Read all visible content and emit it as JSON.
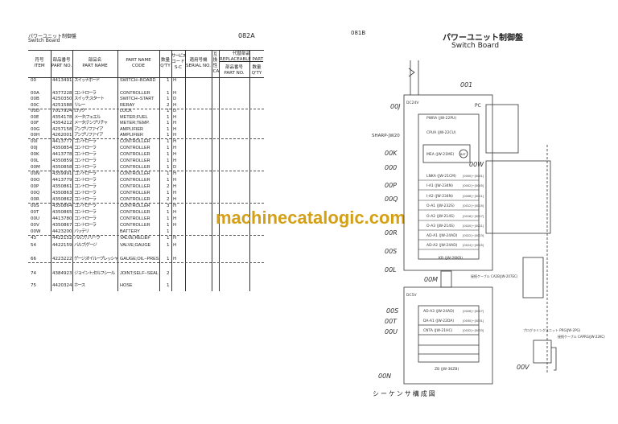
{
  "left_page": {
    "title_jp": "パワーユニット制御盤",
    "title_en": "Switch Board",
    "page_code": "082A",
    "headers": {
      "item_jp": "符号",
      "item": "ITEM",
      "partno_jp": "部品番号",
      "partno": "PART NO.",
      "name_jp": "部品名",
      "name": "PART NAME",
      "code_h1": "PART NAME",
      "code_h2": "CODE",
      "qty_jp": "数量",
      "qty": "Q'TY",
      "svc_jp": "サービス",
      "svc2": "コード",
      "svc3": "S-C",
      "serial_jp": "適用号機",
      "serial": "SERIAL NO.",
      "ica_jp": "互換性",
      "ica": "ICA",
      "rep_jp": "代替部品",
      "rep": "REPLACEABLE PART",
      "rep_no_jp": "部品番号",
      "rep_no": "PART NO.",
      "rep_qty_jp": "数量",
      "rep_qty": "Q'TY"
    },
    "rows": [
      {
        "item": "00",
        "part_no": "4413491",
        "name": "スイッチボード",
        "code": "SWITCH−BOARD",
        "qty": "1",
        "sc": "H"
      },
      {
        "item": "00A",
        "part_no": "4377228",
        "name": "コントローラ",
        "code": "CONTROLLER",
        "qty": "1",
        "sc": "H"
      },
      {
        "item": "00B",
        "part_no": "4250350",
        "name": "スイッチ;スタート",
        "code": "SWITCH−START",
        "qty": "1",
        "sc": "D"
      },
      {
        "item": "00C",
        "part_no": "4251588",
        "name": "リレー",
        "code": "RERAY",
        "qty": "2",
        "sc": "H",
        "struck": true
      },
      {
        "item": "00D",
        "part_no": "7017924",
        "name": "ロック",
        "code": "LOCK",
        "qty": "1",
        "sc": "D"
      },
      {
        "item": "00E",
        "part_no": "4354178",
        "name": "メータ;フェエル",
        "code": "METER;FUEL",
        "qty": "1",
        "sc": "H"
      },
      {
        "item": "00F",
        "part_no": "4354212",
        "name": "メータ;テンプリチャ",
        "code": "METER;TEMP.",
        "qty": "1",
        "sc": "H"
      },
      {
        "item": "00G",
        "part_no": "4257158",
        "name": "アンプリファイア",
        "code": "AMPLIFIER",
        "qty": "1",
        "sc": "H"
      },
      {
        "item": "00H",
        "part_no": "4262001",
        "name": "アンプリファイア",
        "code": "AMPLIFIER",
        "qty": "1",
        "sc": "H",
        "struck": true
      },
      {
        "item": "00I",
        "part_no": "4413777",
        "name": "コントローラ",
        "code": "CONTROLLER",
        "qty": "1",
        "sc": "H"
      },
      {
        "item": "00J",
        "part_no": "4350854",
        "name": "コントローラ",
        "code": "CONTROLLER",
        "qty": "1",
        "sc": "H"
      },
      {
        "item": "00K",
        "part_no": "4413778",
        "name": "コントローラ",
        "code": "CONTROLLER",
        "qty": "1",
        "sc": "H"
      },
      {
        "item": "00L",
        "part_no": "4350859",
        "name": "コントローラ",
        "code": "CONTROLLER",
        "qty": "1",
        "sc": "H"
      },
      {
        "item": "00M",
        "part_no": "4350858",
        "name": "コントローラ",
        "code": "CONTROLLER",
        "qty": "1",
        "sc": "D",
        "struck": true
      },
      {
        "item": "00N",
        "part_no": "4359991",
        "name": "コントローラ",
        "code": "CONTROLLER",
        "qty": "1",
        "sc": "H"
      },
      {
        "item": "00O",
        "part_no": "4413779",
        "name": "コントローラ",
        "code": "CONTROLLER",
        "qty": "1",
        "sc": "H"
      },
      {
        "item": "00P",
        "part_no": "4350861",
        "name": "コントローラ",
        "code": "CONTROLLER",
        "qty": "2",
        "sc": "H"
      },
      {
        "item": "00Q",
        "part_no": "4350863",
        "name": "コントローラ",
        "code": "CONTROLLER",
        "qty": "1",
        "sc": "H"
      },
      {
        "item": "00R",
        "part_no": "4350862",
        "name": "コントローラ",
        "code": "CONTROLLER",
        "qty": "2",
        "sc": "H",
        "struck": true
      },
      {
        "item": "00S",
        "part_no": "4350864",
        "name": "コントローラ",
        "code": "CONTROLLER",
        "qty": "3",
        "sc": "H"
      },
      {
        "item": "00T",
        "part_no": "4350865",
        "name": "コントローラ",
        "code": "CONTROLLER",
        "qty": "1",
        "sc": "H"
      },
      {
        "item": "00U",
        "part_no": "4413780",
        "name": "コントローラ",
        "code": "CONTROLLER",
        "qty": "1",
        "sc": "H"
      },
      {
        "item": "00V",
        "part_no": "4350867",
        "name": "コントローラ",
        "code": "CONTROLLER",
        "qty": "1",
        "sc": "H"
      },
      {
        "item": "00W",
        "part_no": "4423200",
        "name": "バッテリ",
        "code": "BATTERY",
        "qty": "1",
        "sc": "",
        "struck": true
      },
      {
        "item": "43",
        "part_no": "4422152",
        "name": "バルブ;リリーフ",
        "code": "VALVE;RELIEF",
        "qty": "1",
        "sc": "H"
      },
      {
        "item": "54",
        "part_no": "4422159",
        "name": "バルブ;ゲージ",
        "code": "VALVE;GAUGE",
        "qty": "1",
        "sc": "H"
      },
      {
        "item": "66",
        "part_no": "4223222",
        "name": "ゲージ;オイループレッシャ",
        "code": "GAUGE;OIL−PRES.",
        "qty": "1",
        "sc": "H",
        "struck": true
      },
      {
        "item": "74",
        "part_no": "4384923",
        "name": "ジョイント;セルフシール",
        "code": "JOINT;SELF−SEAL",
        "qty": "2",
        "sc": ""
      },
      {
        "item": "75",
        "part_no": "4420324",
        "name": "ホース",
        "code": "HOSE",
        "qty": "1",
        "sc": ""
      }
    ]
  },
  "right_page": {
    "page_code": "081B",
    "title_jp": "パワーユニット制御盤",
    "title_en": "Switch Board",
    "caption": "シーケンサ構成図",
    "labels": {
      "pc": "PC",
      "dc24v": "DC24V",
      "sharp": "SHARP-JW20",
      "kb": "KB (JW-26KB)",
      "dc5v": "DC5V",
      "zb": "ZB (JW-36ZB)",
      "cable": "接続ケーブル CA2B(JW-207EC)",
      "prog": "プログラミングユニット PRG(JW-2PG)",
      "prog_cable": "接続ケーブル CAPRG(JW-22KC)"
    },
    "modules_top": [
      {
        "label": "PWRA (JW-22PU)",
        "addr": ""
      },
      {
        "label": "CPUA (JW-22CU)",
        "addr": ""
      },
      {
        "label": "LNKA (JW-21CM)",
        "addr": "[0000]−[0001]"
      },
      {
        "label": "I-A1 (JW-234N)",
        "addr": "[0002]−[0005]"
      },
      {
        "label": "I-A2 (JW-234N)",
        "addr": "[0006]−[0011]"
      },
      {
        "label": "O-A1 (JW-232S)",
        "addr": "[0012]−[0015]"
      },
      {
        "label": "O-A2 (JW-214S)",
        "addr": "[0016]−[0017]"
      },
      {
        "label": "O-A3 (JW-214S)",
        "addr": "[0020]−[0021]"
      },
      {
        "label": "AD-A1 (JW-24AD)",
        "addr": "[0022]−[0023]"
      },
      {
        "label": "AD-A2 (JW-24AD)",
        "addr": "[0024]−[0025]"
      }
    ],
    "mea": "MEA (JW-21ME)",
    "bat": "BAT",
    "modules_bottom": [
      {
        "label": "AD-A3 (JW-24AD)",
        "addr": "[0026]−[0027]"
      },
      {
        "label": "DA-A1 (JW-22DA)",
        "addr": "[0030]−[0031]"
      },
      {
        "label": "CNTA (JW-21HC)",
        "addr": "[0032]−[0033]"
      }
    ],
    "callouts": [
      "001",
      "00J",
      "00K",
      "000",
      "00P",
      "00Q",
      "00R",
      "00S",
      "00L",
      "00M",
      "00W",
      "00S",
      "00T",
      "00U",
      "00N",
      "00V"
    ]
  },
  "watermark": "machinecatalogic.com"
}
